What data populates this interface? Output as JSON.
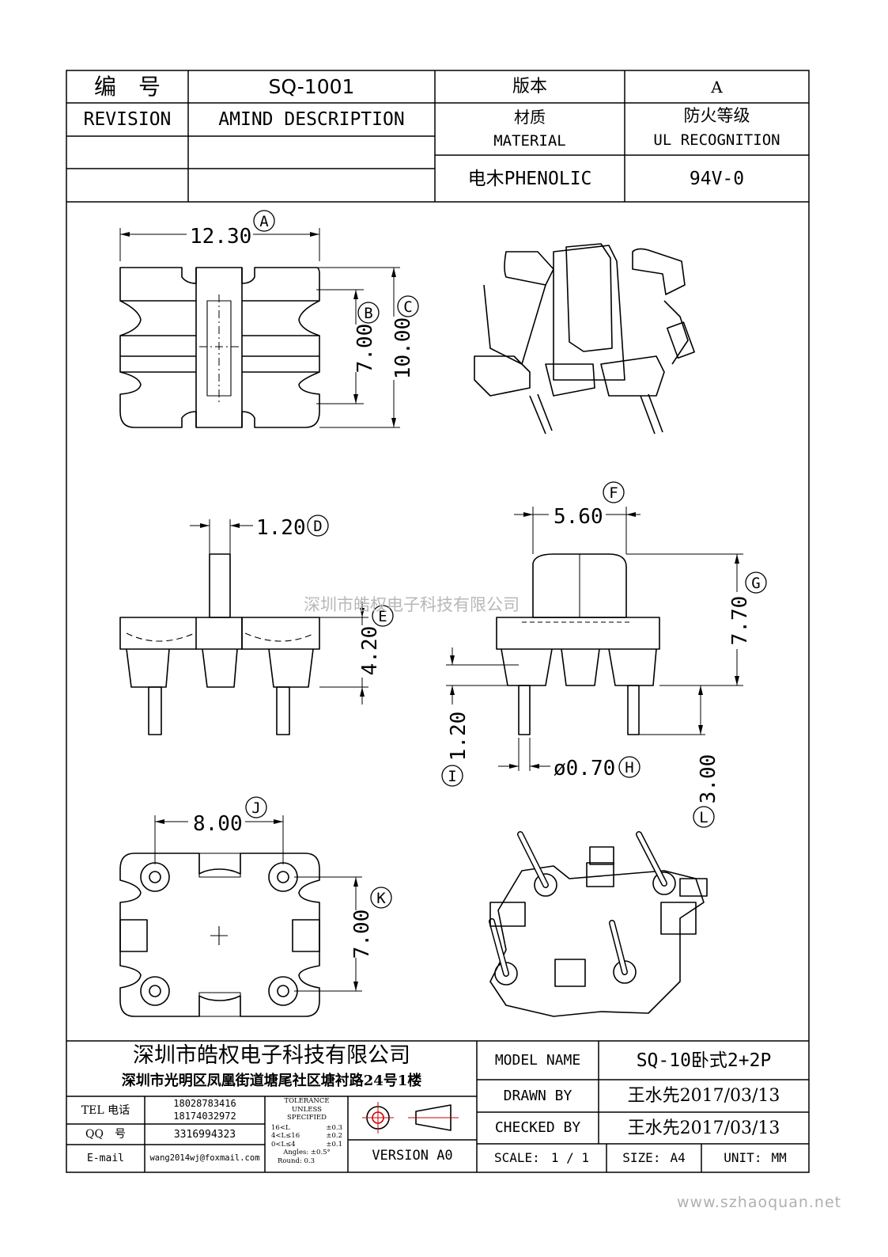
{
  "header": {
    "number_label": "编　号",
    "number_value": "SQ-1001",
    "version_label": "版本",
    "version_value": "A",
    "revision_label": "REVISION",
    "amind_label": "AMIND DESCRIPTION",
    "material_cn": "材质",
    "material_en": "MATERIAL",
    "fire_cn": "防火等级",
    "fire_en": "UL RECOGNITION",
    "material_value": "电木PHENOLIC",
    "fire_value": "94V-0"
  },
  "dimensions": {
    "A": {
      "value": "12.30",
      "letter": "A"
    },
    "B": {
      "value": "7.00",
      "letter": "B"
    },
    "C": {
      "value": "10.00",
      "letter": "C"
    },
    "D": {
      "value": "1.20",
      "letter": "D"
    },
    "E": {
      "value": "4.20",
      "letter": "E"
    },
    "F": {
      "value": "5.60",
      "letter": "F"
    },
    "G": {
      "value": "7.70",
      "letter": "G"
    },
    "H": {
      "value": "ø0.70",
      "letter": "H"
    },
    "I": {
      "value": "1.20",
      "letter": "I"
    },
    "J": {
      "value": "8.00",
      "letter": "J"
    },
    "K": {
      "value": "7.00",
      "letter": "K"
    },
    "L": {
      "value": "3.00",
      "letter": "L"
    }
  },
  "watermark": "深圳市皓权电子科技有限公司",
  "footer": {
    "company": "深圳市皓权电子科技有限公司",
    "address": "深圳市光明区凤凰街道塘尾社区塘衬路24号1楼",
    "tel_label": "TEL 电话",
    "tel_1": "18028783416",
    "tel_2": "18174032972",
    "qq_label": "QQ　号",
    "qq_value": "3316994323",
    "email_label": "E-mail",
    "email_value": "wang2014wj@foxmail.com",
    "tolerance": [
      "TOLERANCE",
      "UNLESS",
      "SPECIFIED"
    ],
    "tol_rows": [
      {
        "range": "16<L",
        "value": "±0.3"
      },
      {
        "range": "4<L≤16",
        "value": "±0.2"
      },
      {
        "range": "0<L≤4",
        "value": "±0.1"
      }
    ],
    "angles": "Angles: ±0.5°",
    "round": "Round: 0.3",
    "version": "VERSION A0",
    "model_label": "MODEL NAME",
    "model_value": "SQ-10卧式2+2P",
    "drawn_label": "DRAWN BY",
    "drawn_value": "王水先2017/03/13",
    "checked_label": "CHECKED BY",
    "checked_value": "王水先2017/03/13",
    "scale_label": "SCALE:",
    "scale_value": "1 / 1",
    "size_label": "SIZE:",
    "size_value": "A4",
    "unit_label": "UNIT:",
    "unit_value": "MM"
  },
  "site_url": "www.szhaoquan.net"
}
